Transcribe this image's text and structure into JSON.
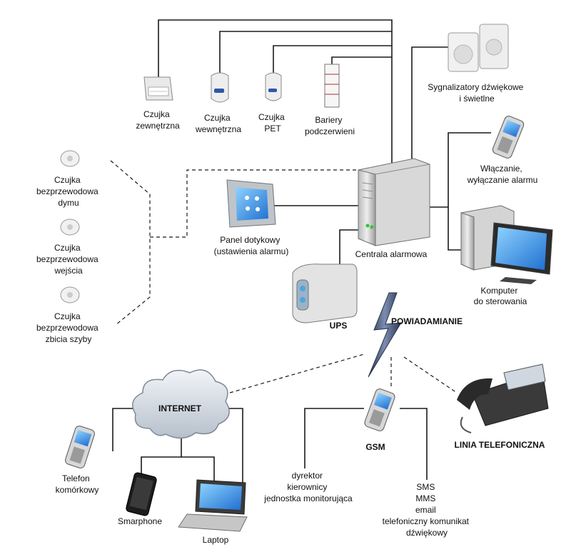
{
  "labels": {
    "outdoor_sensor": [
      "Czujka",
      "zewnętrzna"
    ],
    "indoor_sensor": [
      "Czujka",
      "wewnętrzna"
    ],
    "pet_sensor": [
      "Czujka",
      "PET"
    ],
    "ir_barriers": [
      "Bariery",
      "podczerwieni"
    ],
    "sirens": [
      "Sygnalizatory dźwiękowe",
      "i świetlne"
    ],
    "arm_disarm": [
      "Włączanie,",
      "wyłączanie alarmu"
    ],
    "smoke_sensor": [
      "Czujka",
      "bezprzewodowa",
      "dymu"
    ],
    "entry_sensor": [
      "Czujka",
      "bezprzewodowa",
      "wejścia"
    ],
    "glass_sensor": [
      "Czujka",
      "bezprzewodowa",
      "zbicia szyby"
    ],
    "touch_panel": [
      "Panel dotykowy",
      "(ustawienia alarmu)"
    ],
    "control_unit": "Centrala alarmowa",
    "ups": "UPS",
    "computer": [
      "Komputer",
      "do sterowania"
    ],
    "notification": "POWIADAMIANIE",
    "internet": "INTERNET",
    "gsm": "GSM",
    "phone_line": "LINIA TELEFONICZNA",
    "mobile_phone": [
      "Telefon",
      "komórkowy"
    ],
    "smartphone": "Smarphone",
    "laptop": "Laptop",
    "recipients": [
      "dyrektor",
      "kierownicy",
      "jednostka monitorująca"
    ],
    "messages": [
      "SMS",
      "MMS",
      "email",
      "telefoniczny komunikat",
      "dźwiękowy"
    ]
  },
  "colors": {
    "wire": "#1a1a1a",
    "device_gray": "#c9c9c9",
    "screen_blue": "#2f7fd6",
    "cloud": "#cfd6df",
    "lightning": "#3a4a66"
  }
}
